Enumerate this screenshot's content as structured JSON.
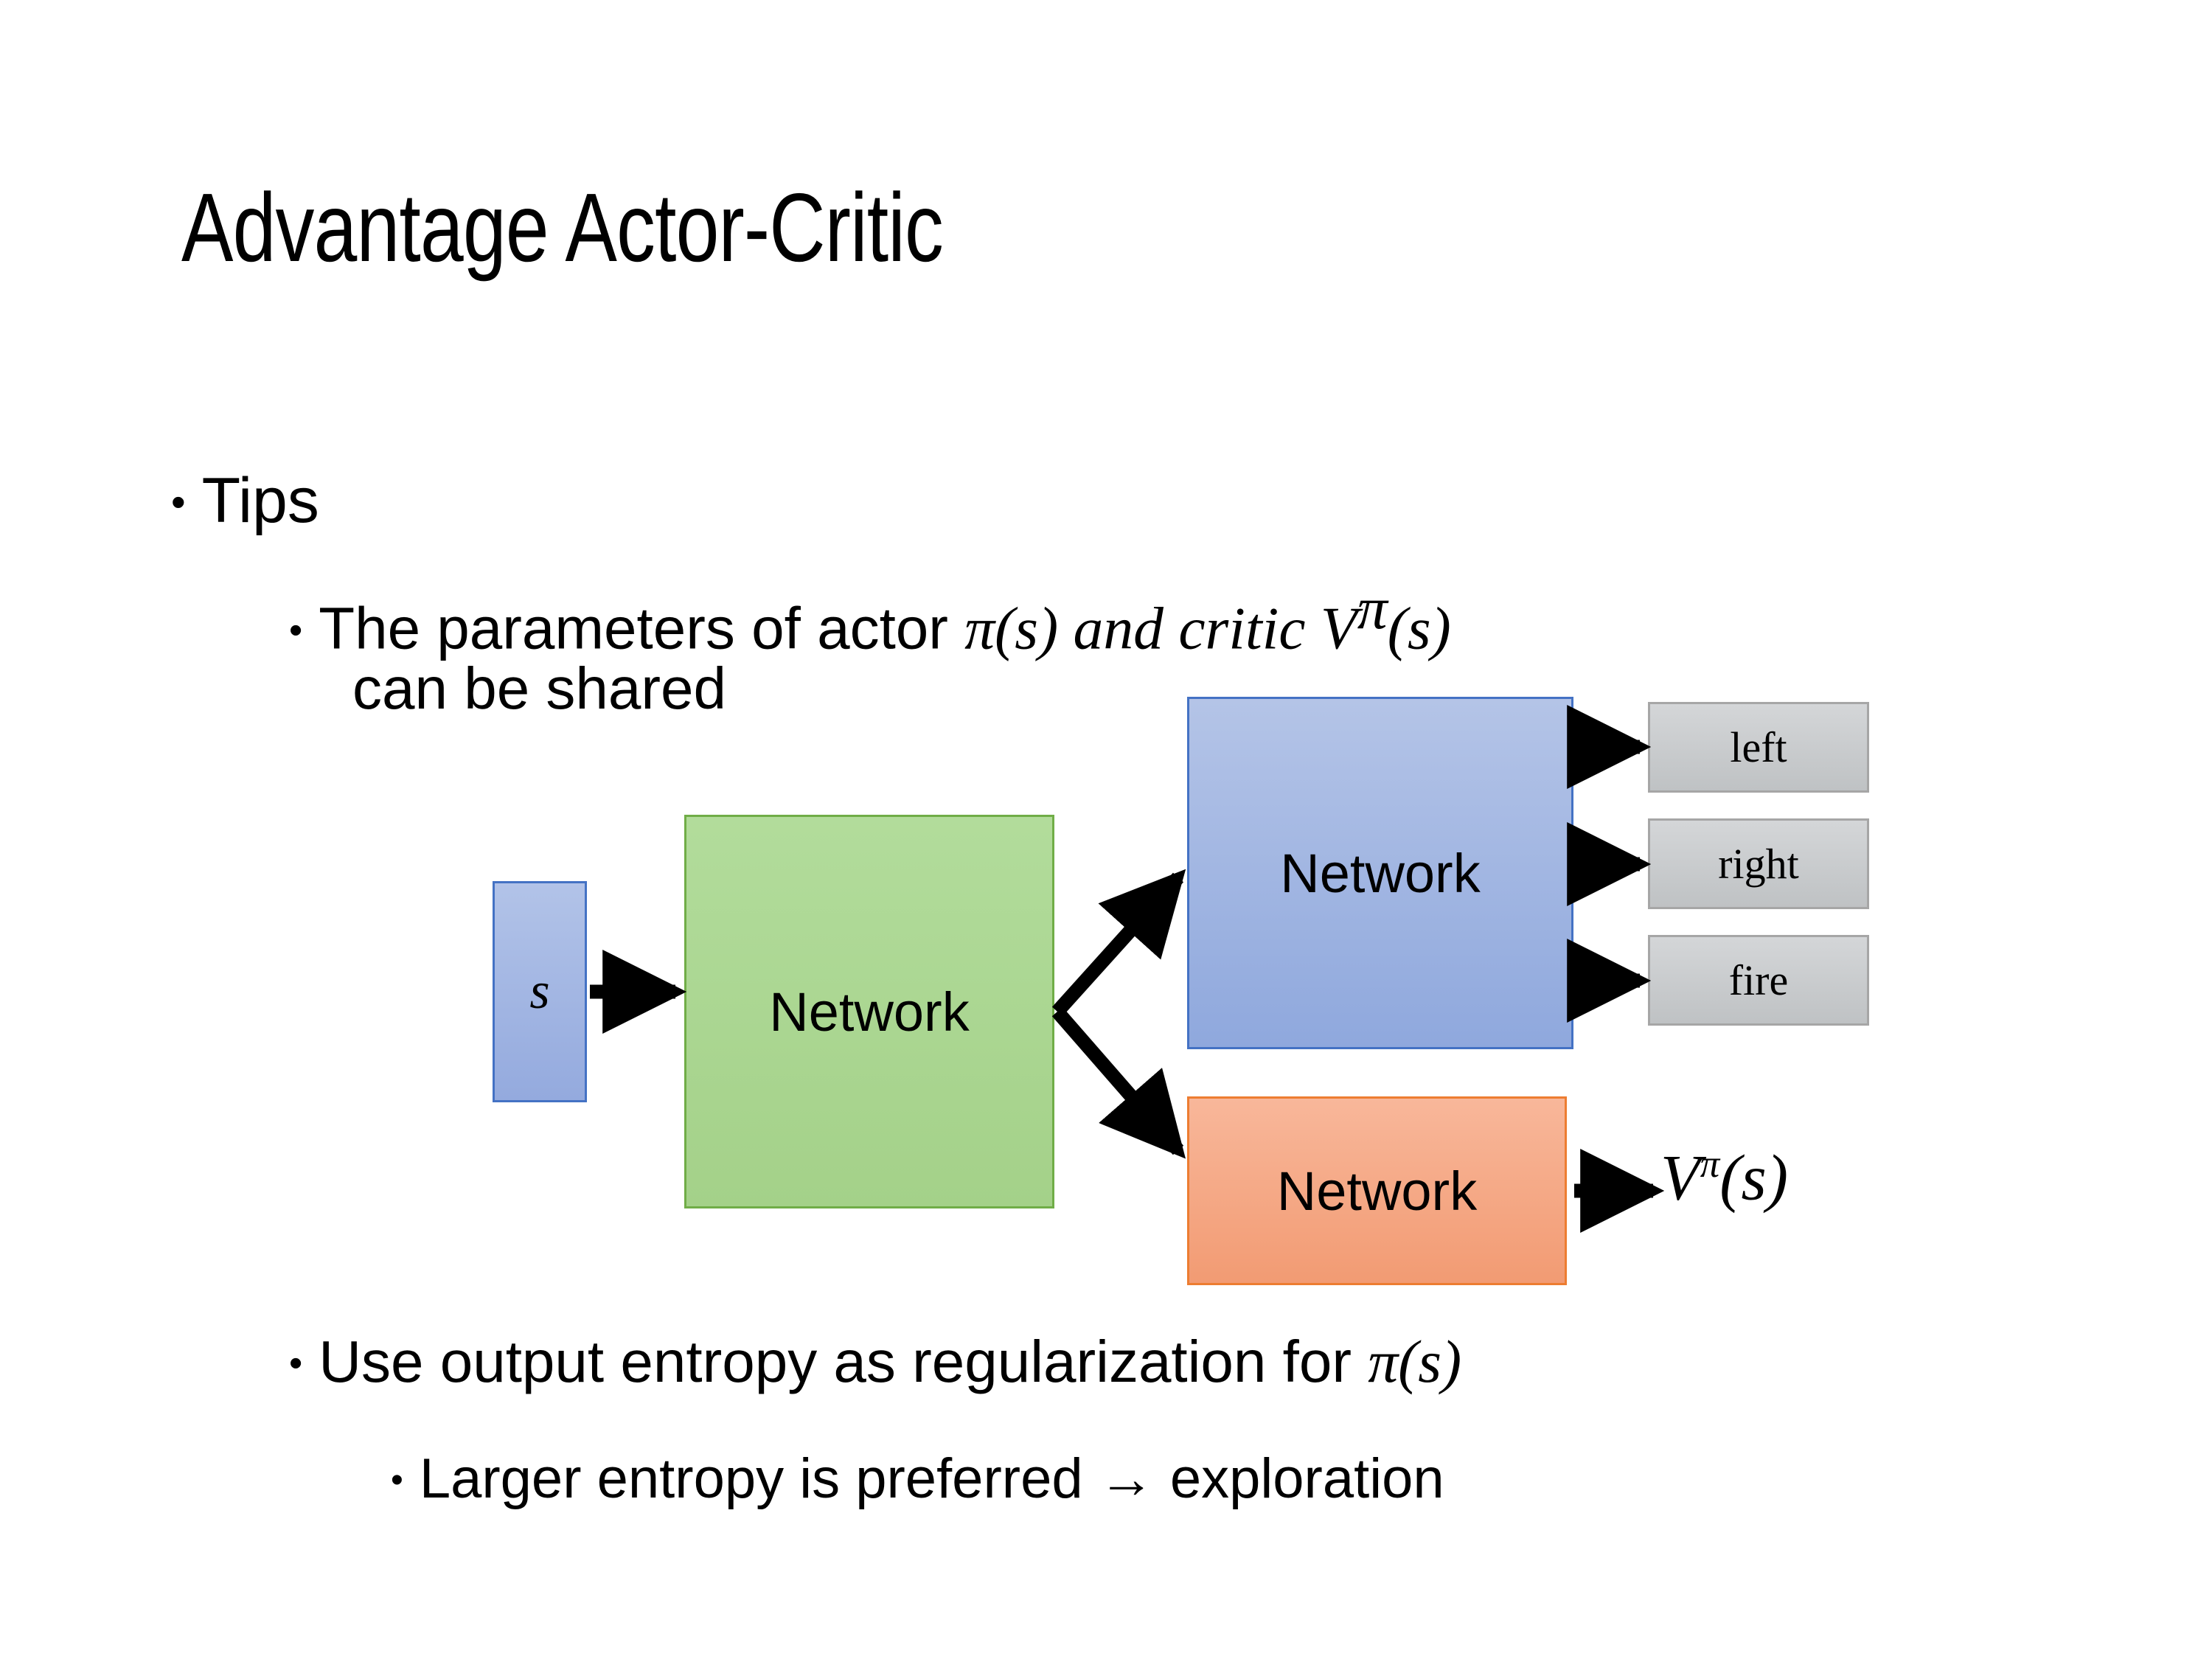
{
  "slide": {
    "title": "Advantage Actor-Critic",
    "background_color": "#FFFFFF"
  },
  "bullets": {
    "level1": {
      "marker": "•",
      "text": "Tips"
    },
    "params_line1_pre": "The parameters of actor ",
    "params_line1_pi": "π",
    "params_line1_mid": "(s)  and critic ",
    "params_line1_v": "V",
    "params_line1_sup": "π",
    "params_line1_post": "(s)",
    "params_line2": "can be shared",
    "entropy_pre": "Use output entropy as regularization for ",
    "entropy_pi": "π",
    "entropy_post": "(s)",
    "explore": "Larger entropy is preferred → exploration",
    "marker_l2": "•",
    "marker_l3": "•"
  },
  "diagram": {
    "state_box": {
      "label": "s",
      "fill": "#94AADE",
      "border": "#4472C4"
    },
    "shared_network": {
      "label": "Network",
      "fill": "#A9D18E",
      "border": "#70AD47"
    },
    "actor_network": {
      "label": "Network",
      "fill": "#9BB2E1",
      "border": "#4472C4"
    },
    "critic_network": {
      "label": "Network",
      "fill": "#F4A582",
      "border": "#ED7D31"
    },
    "actions": [
      {
        "label": "left",
        "fill": "#C6C9CB",
        "border": "#A6A6A6"
      },
      {
        "label": "right",
        "fill": "#C6C9CB",
        "border": "#A6A6A6"
      },
      {
        "label": "fire",
        "fill": "#C6C9CB",
        "border": "#A6A6A6"
      }
    ],
    "value_output": {
      "base": "V",
      "superscript": "π",
      "arg": "(s)"
    },
    "arrow_color": "#000000"
  }
}
